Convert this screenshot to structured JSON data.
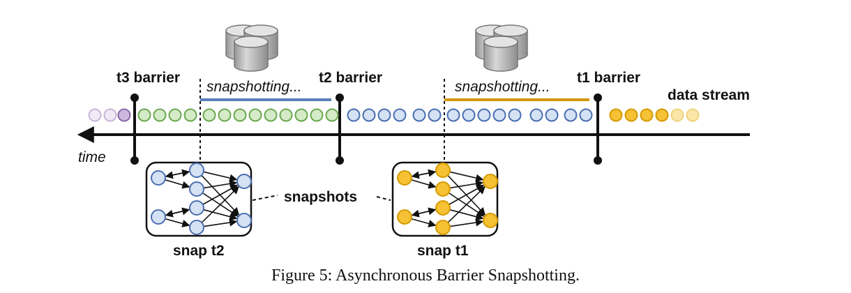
{
  "labels": {
    "barrier_t3": "t3 barrier",
    "barrier_t2": "t2 barrier",
    "barrier_t1": "t1 barrier",
    "data_stream": "data stream",
    "time": "time",
    "snapshotting_1": "snapshotting...",
    "snapshotting_2": "snapshotting...",
    "snapshots": "snapshots",
    "snap_t2": "snap t2",
    "snap_t1": "snap t1",
    "caption": "Figure 5: Asynchronous Barrier Snapshotting."
  },
  "colors": {
    "purple_fill": "#cdb8dd",
    "purple_stroke": "#8b6aa8",
    "purple_light_fill": "#f1eaf6",
    "purple_light_stroke": "#c8b4d8",
    "green_fill": "#d5ebc8",
    "green_stroke": "#6aa84f",
    "blue_fill": "#d4e2f4",
    "blue_stroke": "#4a6eb0",
    "orange_fill": "#f7c135",
    "orange_stroke": "#d49a00",
    "orange_light_fill": "#fbe6a8",
    "orange_light_stroke": "#f0d27a",
    "blue_bar": "#5a7db8",
    "orange_bar": "#d4960c",
    "database": "#b5b5b5"
  },
  "icons": [
    "database-icon",
    "database-icon"
  ]
}
